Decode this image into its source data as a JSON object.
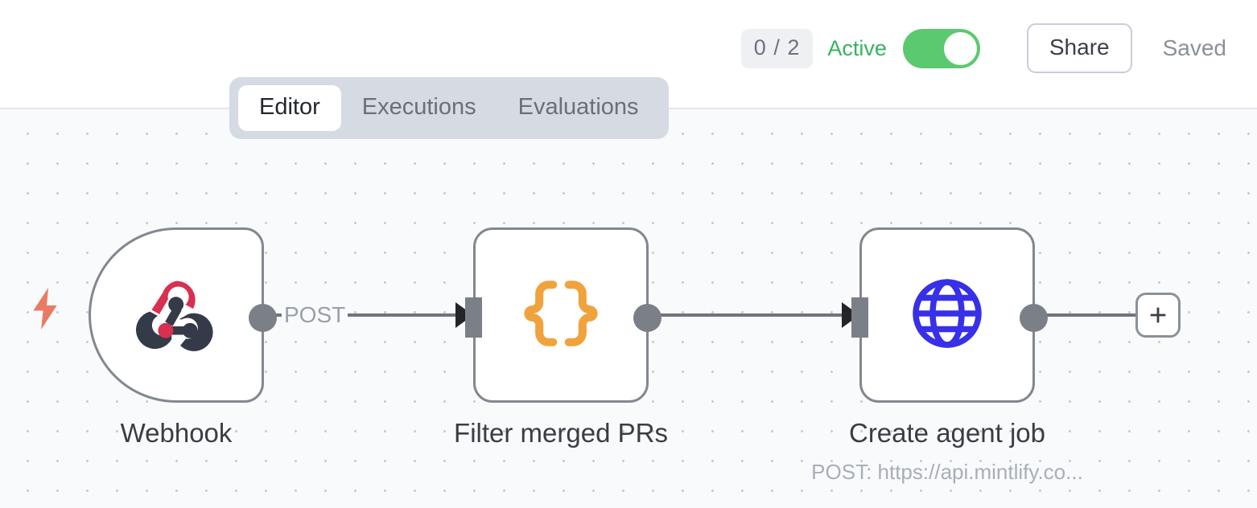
{
  "header": {
    "count_badge": "0 / 2",
    "active_label": "Active",
    "toggle_state": "on",
    "share_label": "Share",
    "saved_label": "Saved",
    "accent_green": "#5bc96f",
    "active_text_color": "#35b45f"
  },
  "tabs": [
    {
      "label": "Editor",
      "active": true
    },
    {
      "label": "Executions",
      "active": false
    },
    {
      "label": "Evaluations",
      "active": false
    }
  ],
  "canvas": {
    "background": "#f8fafc",
    "dot_color": "#c3c8d2",
    "trigger_icon": "lightning-bolt-icon",
    "trigger_icon_color": "#ea7a63",
    "add_button_label": "+"
  },
  "nodes": [
    {
      "id": "webhook",
      "label": "Webhook",
      "sublabel": "",
      "icon": "webhook-icon",
      "icon_colors": [
        "#d8304f",
        "#353a48"
      ],
      "shape": "trigger"
    },
    {
      "id": "filter",
      "label": "Filter merged PRs",
      "sublabel": "",
      "icon": "curly-braces-icon",
      "icon_colors": [
        "#f0a33c"
      ],
      "shape": "action"
    },
    {
      "id": "http",
      "label": "Create agent job",
      "sublabel": "POST: https://api.mintlify.co...",
      "icon": "globe-icon",
      "icon_colors": [
        "#3730e8"
      ],
      "shape": "action"
    }
  ],
  "edges": [
    {
      "from": "webhook",
      "to": "filter",
      "label": "POST"
    },
    {
      "from": "filter",
      "to": "http",
      "label": ""
    },
    {
      "from": "http",
      "to": "add",
      "label": ""
    }
  ]
}
